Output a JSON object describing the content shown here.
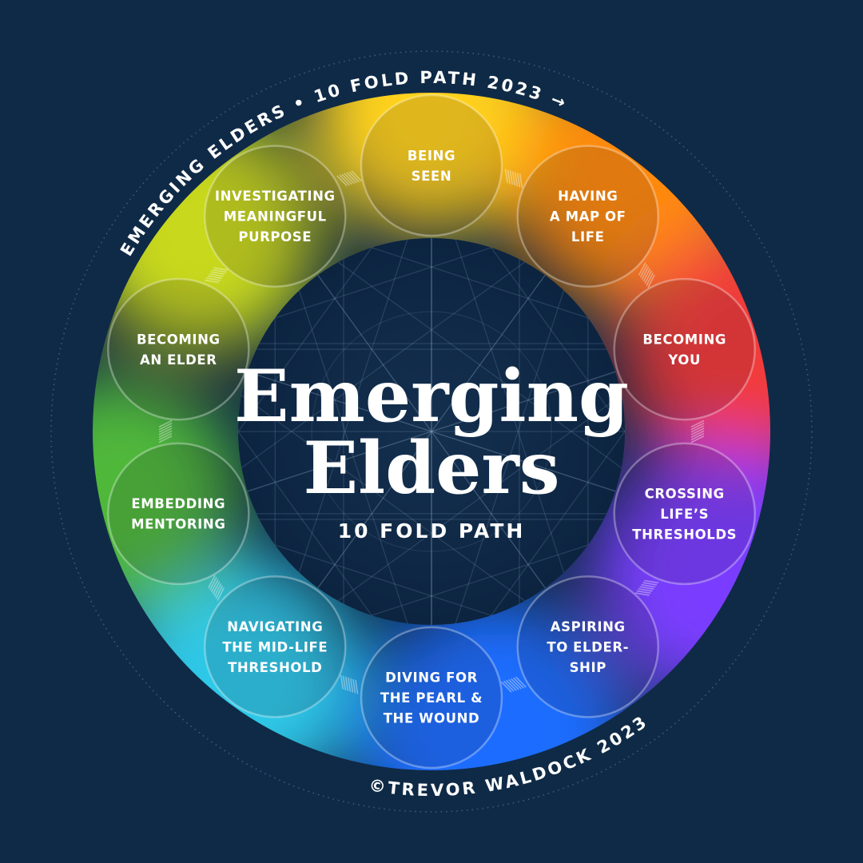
{
  "arc_top": "EMERGING ELDERS • 10 FOLD PATH 2023 →",
  "arc_bottom": "©TREVOR WALDOCK 2023",
  "center": {
    "title_line1": "Emerging",
    "title_line2": "Elders",
    "subtitle": "10 FOLD PATH"
  },
  "steps": [
    {
      "lines": [
        "BEING",
        "SEEN"
      ]
    },
    {
      "lines": [
        "HAVING",
        "A MAP OF",
        "LIFE"
      ]
    },
    {
      "lines": [
        "BECOMING",
        "YOU"
      ]
    },
    {
      "lines": [
        "CROSSING",
        "LIFE’S",
        "THRESHOLDS"
      ]
    },
    {
      "lines": [
        "ASPIRING",
        "TO ELDER-",
        "SHIP"
      ]
    },
    {
      "lines": [
        "DIVING FOR",
        "THE PEARL &",
        "THE WOUND"
      ]
    },
    {
      "lines": [
        "NAVIGATING",
        "THE MID-LIFE",
        "THRESHOLD"
      ]
    },
    {
      "lines": [
        "EMBEDDING",
        "MENTORING"
      ]
    },
    {
      "lines": [
        "BECOMING",
        "AN ELDER"
      ]
    },
    {
      "lines": [
        "INVESTIGATING",
        "MEANINGFUL",
        "PURPOSE"
      ]
    }
  ],
  "colors": {
    "background": "#0f2a46",
    "center_fill": "#0e2744",
    "ring_top": "#ffd21a",
    "ring_top_right": "#ff8a10",
    "ring_right": "#f23a3a",
    "ring_lower_right": "#7a3cff",
    "ring_bottom": "#1e6dff",
    "ring_lower_left": "#2ec8e8",
    "ring_left": "#4fb83a",
    "ring_upper_left": "#c8d81a"
  }
}
